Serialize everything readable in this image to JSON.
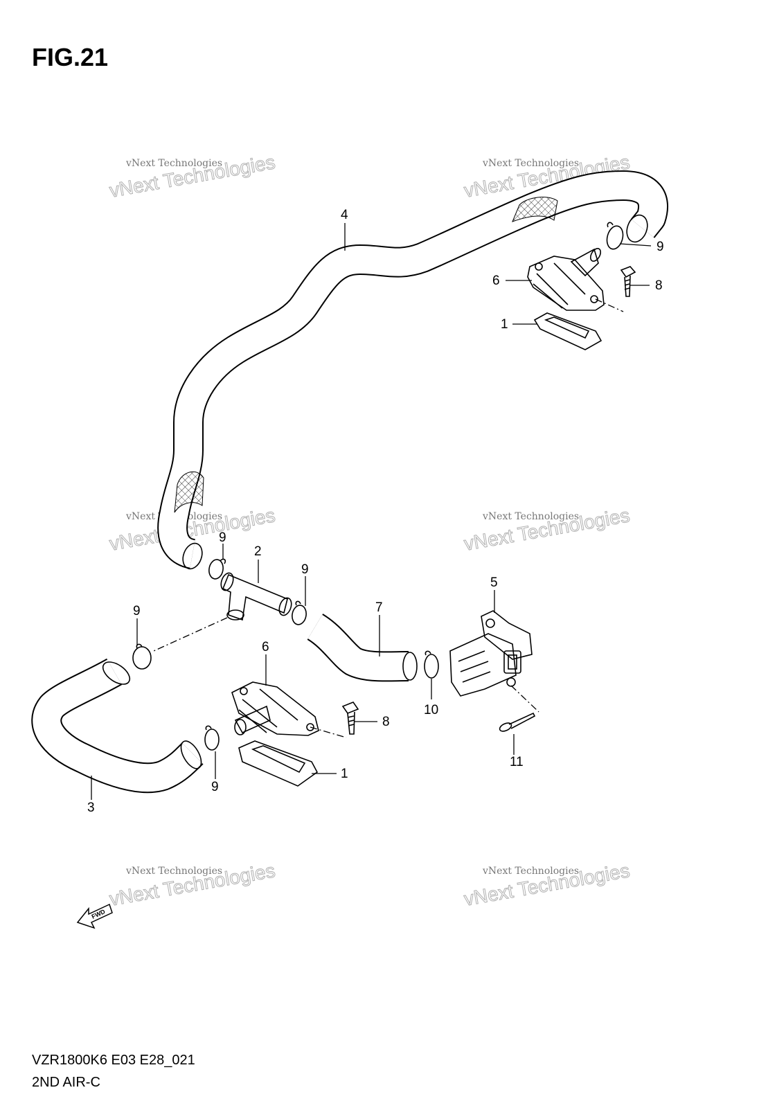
{
  "header": {
    "figure_title": "FIG.21"
  },
  "footer": {
    "model_code": "VZR1800K6 E03 E28_021",
    "section_name": "2ND AIR-C"
  },
  "watermarks": [
    {
      "small": "vNext Technologies",
      "big": "vNext Technologies"
    },
    {
      "small": "vNext Technologies",
      "big": "vNext Technologies"
    },
    {
      "small": "vNext Technologies",
      "big": "vNext Technologies"
    },
    {
      "small": "vNext Technologies",
      "big": "vNext Technologies"
    },
    {
      "small": "vNext Technologies",
      "big": "vNext Technologies"
    },
    {
      "small": "vNext Technologies",
      "big": "vNext Technologies"
    }
  ],
  "direction_badge": "FWD",
  "callouts": {
    "top_hose": "4",
    "top_clamp": "9",
    "top_cover": "6",
    "top_bolt": "8",
    "top_gasket": "1",
    "tee_joint": "2",
    "tee_left_clamp": "9",
    "tee_right_clamp": "9",
    "lower_left_clamp": "9",
    "mid_hose": "7",
    "valve": "5",
    "lower_cover": "6",
    "valve_clamp": "10",
    "lower_bolt": "8",
    "screw": "11",
    "lower_gasket": "1",
    "bottom_clamp": "9",
    "u_hose": "3"
  }
}
